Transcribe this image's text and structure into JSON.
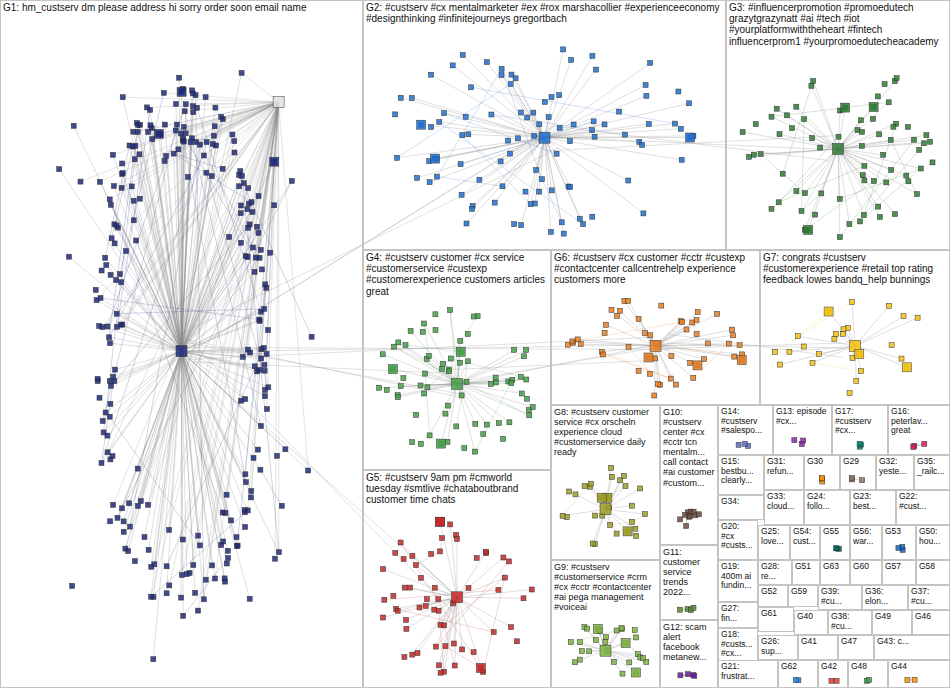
{
  "diagram": {
    "nodes": [
      {
        "text": [
          "G1: hm_custserv dm please address hi sorry order soon email name"
        ]
      },
      {
        "text": [
          "G2: #custserv #cx mentalmarketer #ex #rox marshacollier #experienceeconomy #designthinking #infinitejourneys gregortbach"
        ]
      },
      {
        "text": [
          "G3: #influencerpromotion #promoedutech grazytgrazynatt #ai #tech #iot #yourplatformwiththeheart #fintech influencerprom1 #yourpromoedutecheacademy"
        ]
      },
      {
        "text": [
          "G4: #custserv customer #cx service #customerservice #custexp #customerexperience customers articles great"
        ]
      },
      {
        "text": [
          "G6: #custserv #cx customer #cctr #custexp #contactcenter callcentrehelp experience customers more"
        ]
      },
      {
        "text": [
          "G7: congrats #custserv #customerexperience #retail top rating feedback lowes bandq_help bunnings"
        ]
      },
      {
        "text": [
          "G5: #custserv 9am pm #cmworld tuesday #smtlive #chataboutbrand customer time chats"
        ]
      },
      {
        "text": [
          "G8: #custserv customer service #cx orscheln experience cloud #customerservice daily ready"
        ]
      },
      {
        "text": [
          "G10: #custserv center #cx #cctr tcn mentalm... call contact #ai customer #custom..."
        ]
      },
      {
        "text": [
          "G14: #custserv #salespo..."
        ]
      },
      {
        "text": [
          "G13: episode #cx..."
        ]
      },
      {
        "text": [
          "G17: #custserv #cx..."
        ]
      },
      {
        "text": [
          "G16: peterlav... great"
        ]
      },
      {
        "text": [
          "G15: bestbu... clearly..."
        ]
      },
      {
        "text": [
          "G31: refun..."
        ]
      },
      {
        "text": [
          "G30"
        ]
      },
      {
        "text": [
          "G29"
        ]
      },
      {
        "text": [
          "G32: yeste..."
        ]
      },
      {
        "text": [
          "G35: _railc..."
        ]
      },
      {
        "text": [
          "G34:"
        ]
      },
      {
        "text": [
          "G33: cloud..."
        ]
      },
      {
        "text": [
          "G24: follo..."
        ]
      },
      {
        "text": [
          "G23: best..."
        ]
      },
      {
        "text": [
          "G22: #cust..."
        ]
      },
      {
        "text": [
          "G20: #cx #custs..."
        ]
      },
      {
        "text": [
          "G25: love..."
        ]
      },
      {
        "text": [
          "G54: cust..."
        ]
      },
      {
        "text": [
          "G55"
        ]
      },
      {
        "text": [
          "G56: war..."
        ]
      },
      {
        "text": [
          "G53"
        ]
      },
      {
        "text": [
          "G50: hou..."
        ]
      },
      {
        "text": [
          "G11: customer service trends 2022..."
        ]
      },
      {
        "text": [
          "G19: 400m ai fundin..."
        ]
      },
      {
        "text": [
          "G28: re..."
        ]
      },
      {
        "text": [
          "G51"
        ]
      },
      {
        "text": [
          "G63"
        ]
      },
      {
        "text": [
          "G60"
        ]
      },
      {
        "text": [
          "G57"
        ]
      },
      {
        "text": [
          "G58"
        ]
      },
      {
        "text": [
          "G52"
        ]
      },
      {
        "text": [
          "G59"
        ]
      },
      {
        "text": [
          "G39: #cu..."
        ]
      },
      {
        "text": [
          "G36: elon..."
        ]
      },
      {
        "text": [
          "G37: #cu..."
        ]
      },
      {
        "text": [
          "G27: fin..."
        ]
      },
      {
        "text": [
          "G61"
        ]
      },
      {
        "text": [
          "G40"
        ]
      },
      {
        "text": [
          "G38: #cu..."
        ]
      },
      {
        "text": [
          "G49"
        ]
      },
      {
        "text": [
          "G46"
        ]
      },
      {
        "text": [
          "G12: scam alert facebook metanew..."
        ]
      },
      {
        "text": [
          "G9: #custserv #customerservice #crm #cx #cctr #contactcenter #ai pega management #voiceai"
        ]
      },
      {
        "text": [
          "G18: #custs... #cx..."
        ]
      },
      {
        "text": [
          "G26: sup..."
        ]
      },
      {
        "text": [
          "G41"
        ]
      },
      {
        "text": [
          "G47"
        ]
      },
      {
        "text": [
          "G43: c..."
        ]
      },
      {
        "text": [
          "G21: frustrat..."
        ]
      },
      {
        "text": [
          "G62"
        ]
      },
      {
        "text": [
          "G42"
        ]
      },
      {
        "text": [
          "G48"
        ]
      },
      {
        "text": [
          "G44"
        ]
      }
    ]
  }
}
